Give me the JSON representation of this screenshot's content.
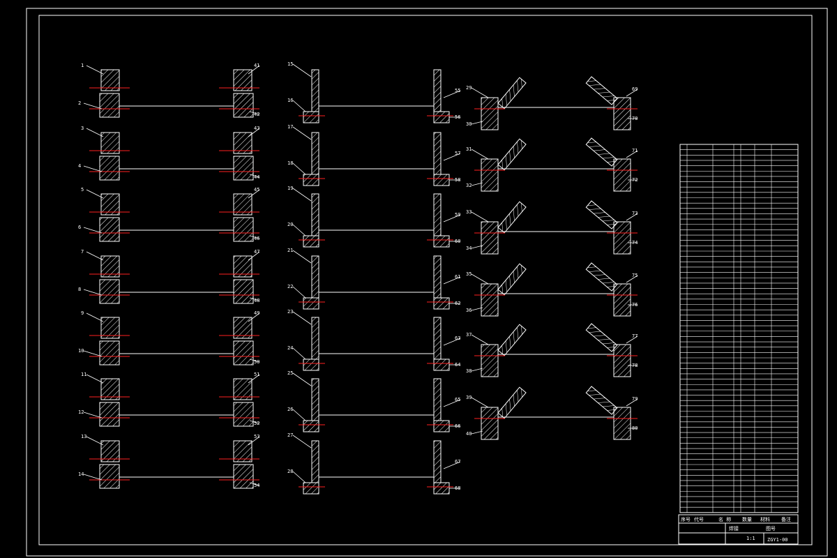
{
  "drawing": {
    "background_color": "#000000",
    "line_color": "#ffffff",
    "centerline_color": "#ff2020",
    "label_column_1": [
      "1",
      "2",
      "3",
      "4",
      "5",
      "6",
      "7",
      "8",
      "9",
      "10",
      "11",
      "12",
      "13",
      "14"
    ],
    "label_column_2": [
      "41",
      "42",
      "43",
      "44",
      "45",
      "46",
      "47",
      "48",
      "49",
      "50",
      "51",
      "52",
      "53",
      "54"
    ],
    "label_column_3": [
      "15",
      "16",
      "17",
      "18",
      "19",
      "20",
      "21",
      "22",
      "23",
      "24",
      "25",
      "26",
      "27",
      "28"
    ],
    "label_column_4": [
      "55",
      "56",
      "57",
      "58",
      "59",
      "60",
      "61",
      "62",
      "63",
      "64",
      "65",
      "66",
      "67",
      "68"
    ],
    "label_column_5": [
      "29",
      "30",
      "31",
      "32",
      "33",
      "34",
      "35",
      "36",
      "37",
      "38",
      "39",
      "40"
    ],
    "label_column_6": [
      "69",
      "70",
      "71",
      "72",
      "73",
      "74",
      "75",
      "76",
      "77",
      "78",
      "79",
      "80"
    ]
  },
  "title_block": {
    "header_cells": [
      "序号",
      "代号",
      "名 称",
      "数量",
      "材料",
      "备注"
    ],
    "cell_a": "焊接",
    "cell_b": "1:1",
    "cell_c": "图号",
    "drawing_number": "ZGY1-00"
  }
}
